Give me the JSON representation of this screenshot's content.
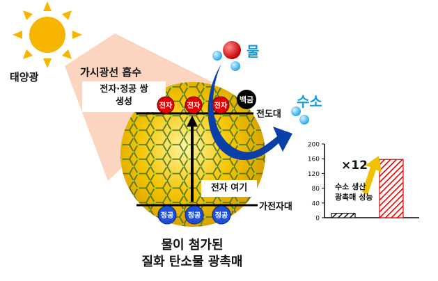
{
  "labels": {
    "sunlight": "태양광",
    "visible_absorb": "가시광선 흡수",
    "pair_line1": "전자·정공 쌍",
    "pair_line2": "생성",
    "water": "물",
    "hydrogen": "수소",
    "platinum": "백금",
    "conduction_band": "전도대",
    "valence_band": "가전자대",
    "electron_excitation": "전자 여기",
    "caption_line1": "물이 첨가된",
    "caption_line2": "질화 탄소물 광촉매"
  },
  "electrons": [
    "전자",
    "전자",
    "전자"
  ],
  "holes": [
    "정공",
    "정공",
    "정공"
  ],
  "colors": {
    "sun": "#f7b500",
    "beam": "#fbd5c0",
    "electron": "#e60000",
    "hole": "#1f4fd8",
    "arrow_blue": "#0a3fa8",
    "hydrogen_text": "#1a9be0",
    "water_text": "#1a9be0",
    "bar_before": "#111111",
    "bar_after": "#e60000",
    "yellow_arrow": "#f2c000"
  },
  "chart_data": {
    "type": "bar",
    "categories": [
      "",
      ""
    ],
    "values": [
      12,
      158
    ],
    "ylim": [
      0,
      200
    ],
    "yticks": [
      "0",
      "40",
      "80",
      "120",
      "160",
      "200"
    ],
    "annotation_multiplier": "×12",
    "annotation_line1": "수소 생산",
    "annotation_line2": "광촉매 성능"
  }
}
